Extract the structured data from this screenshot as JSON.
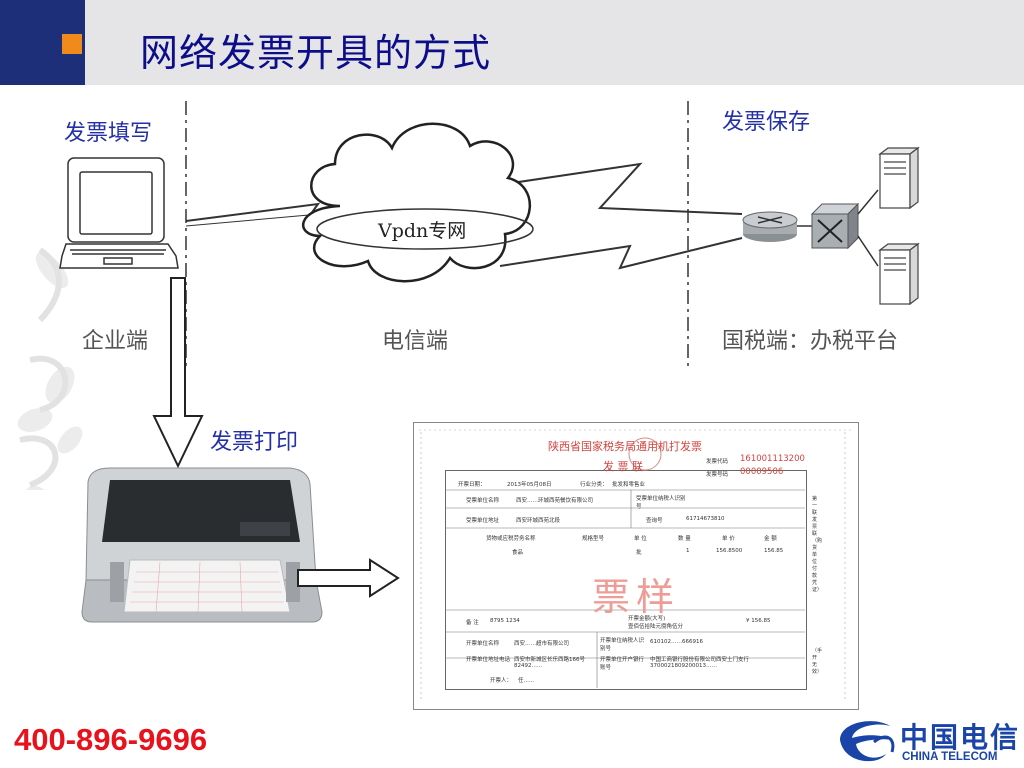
{
  "header": {
    "title": "网络发票开具的方式",
    "bar_color": "#1c2f78",
    "accent_color": "#f08a1a"
  },
  "labels": {
    "fill": "发票填写",
    "save": "发票保存",
    "print": "发票打印",
    "enterprise": "企业端",
    "telecom": "电信端",
    "tax": "国税端：办税平台",
    "vpdn": "Vpdn专网"
  },
  "invoice": {
    "title": "陕西省国家税务局通用机打发票",
    "copy": "发 票 联",
    "code_label": "发票代码",
    "code": "161001113200",
    "number_label": "发票号码",
    "number": "00009506",
    "date_label": "开票日期：",
    "date": "2013年05月08日",
    "industry_label": "行业分类：",
    "industry": "批发和零售业",
    "payer_name_label": "受票单位名称",
    "payer_name": "西安……环城西苑餐饮有限公司",
    "payer_id_label": "受票单位纳税人识别号",
    "payer_addr_label": "受票单位地址",
    "payer_addr": "西安环城西苑北段",
    "phone_label": "查询号",
    "phone": "61714673810",
    "col_goods": "货物或应税劳务名称",
    "col_spec": "规格型号",
    "col_unit": "单 位",
    "col_qty": "数 量",
    "col_price": "单 价",
    "col_amount": "金 额",
    "row_goods": "食品",
    "row_unit": "批",
    "row_qty": "1",
    "row_price": "156.8500",
    "row_amount": "156.85",
    "watermark": "票样",
    "note_label": "备 注",
    "note": "8795 1234",
    "total_label": "开票金额(大写)",
    "total_words": "壹佰伍拾陆元捌角伍分",
    "total_num": "¥ 156.85",
    "issuer_name_label": "开票单位名称",
    "issuer_name": "西安……超市有限公司",
    "issuer_id_label": "开票单位纳税人识别号",
    "issuer_id": "610102……666916",
    "issuer_addr_label": "开票单位地址电话",
    "issuer_addr": "西安市新城区长乐西路166号82492……",
    "bank_label": "开票单位开户银行账号",
    "bank": "中国工商银行股份有限公司西安土门支行 3700021809200013……",
    "drawer_label": "开票人：",
    "drawer": "任……",
    "side_right": "第一联 发票联（购货单位付款凭证）",
    "side_right2": "（手开无效）"
  },
  "footer": {
    "phone": "400-896-9696",
    "brand_cn": "中国电信",
    "brand_en": "CHINA TELECOM",
    "phone_color": "#e8121d",
    "brand_color": "#1a44a8"
  }
}
